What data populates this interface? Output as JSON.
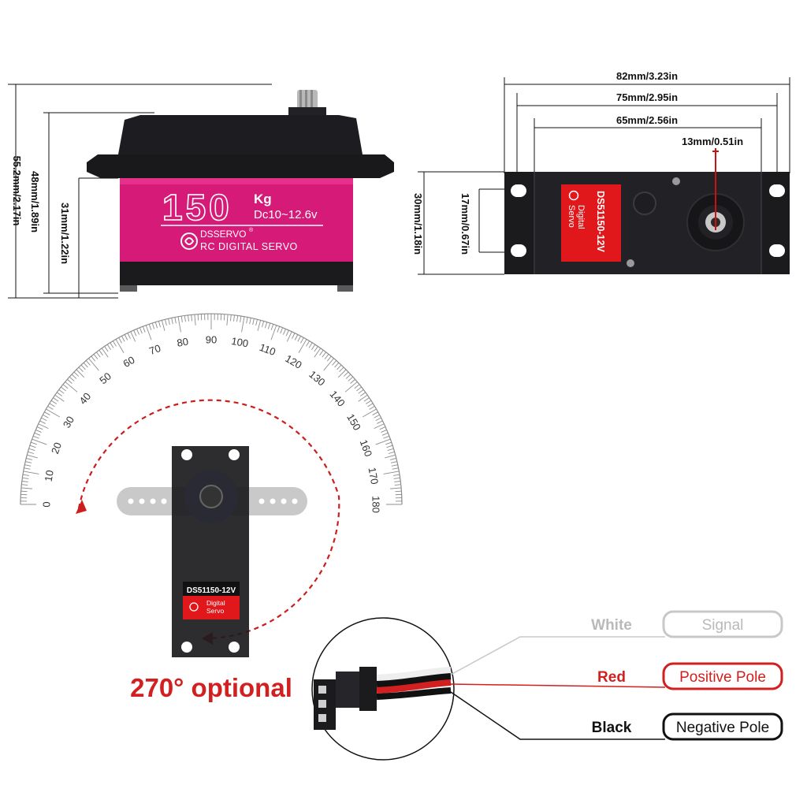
{
  "servo_side": {
    "brand_tonnage": "150",
    "unit": "Kg",
    "voltage": "Dc10~12.6v",
    "brand": "DSSERVO",
    "registered": "®",
    "subtitle": "RC DIGITAL SERVO",
    "colors": {
      "body": "#1b1b1e",
      "band": "#d61a78",
      "text": "#ffffff"
    }
  },
  "side_dimensions": {
    "total_height": "55.2mm/2.17in",
    "body_height": "48mm/1.89in",
    "band_height": "31mm/1.22in"
  },
  "top_view": {
    "overall_length": "82mm/3.23in",
    "mount_span": "75mm/2.95in",
    "body_length": "65mm/2.56in",
    "spline_offset": "13mm/0.51in",
    "width": "30mm/1.18in",
    "body_width": "17mm/0.67in",
    "label_model": "DS51150-12V",
    "label_line1": "Digital",
    "label_line2": "Servo",
    "colors": {
      "label": "#e0171b",
      "dimension_red": "#cc1111"
    }
  },
  "protractor": {
    "ticks": [
      "0",
      "10",
      "20",
      "30",
      "40",
      "50",
      "60",
      "70",
      "80",
      "90",
      "100",
      "110",
      "120",
      "130",
      "140",
      "150",
      "160",
      "170",
      "180"
    ],
    "rotation_note": "270° optional",
    "colors": {
      "scale": "#8c8c8c",
      "arc": "#cc1e1e"
    }
  },
  "front_servo": {
    "model": "DS51150-12V",
    "label_line1": "Digital",
    "label_line2": "Servo"
  },
  "wiring": {
    "wires": [
      {
        "color_name": "White",
        "function": "Signal",
        "text_color": "#b9b9b9",
        "border_color": "#c8c8c8"
      },
      {
        "color_name": "Red",
        "function": "Positive Pole",
        "text_color": "#d21f1f",
        "border_color": "#d21f1f"
      },
      {
        "color_name": "Black",
        "function": "Negative Pole",
        "text_color": "#111111",
        "border_color": "#111111"
      }
    ]
  }
}
